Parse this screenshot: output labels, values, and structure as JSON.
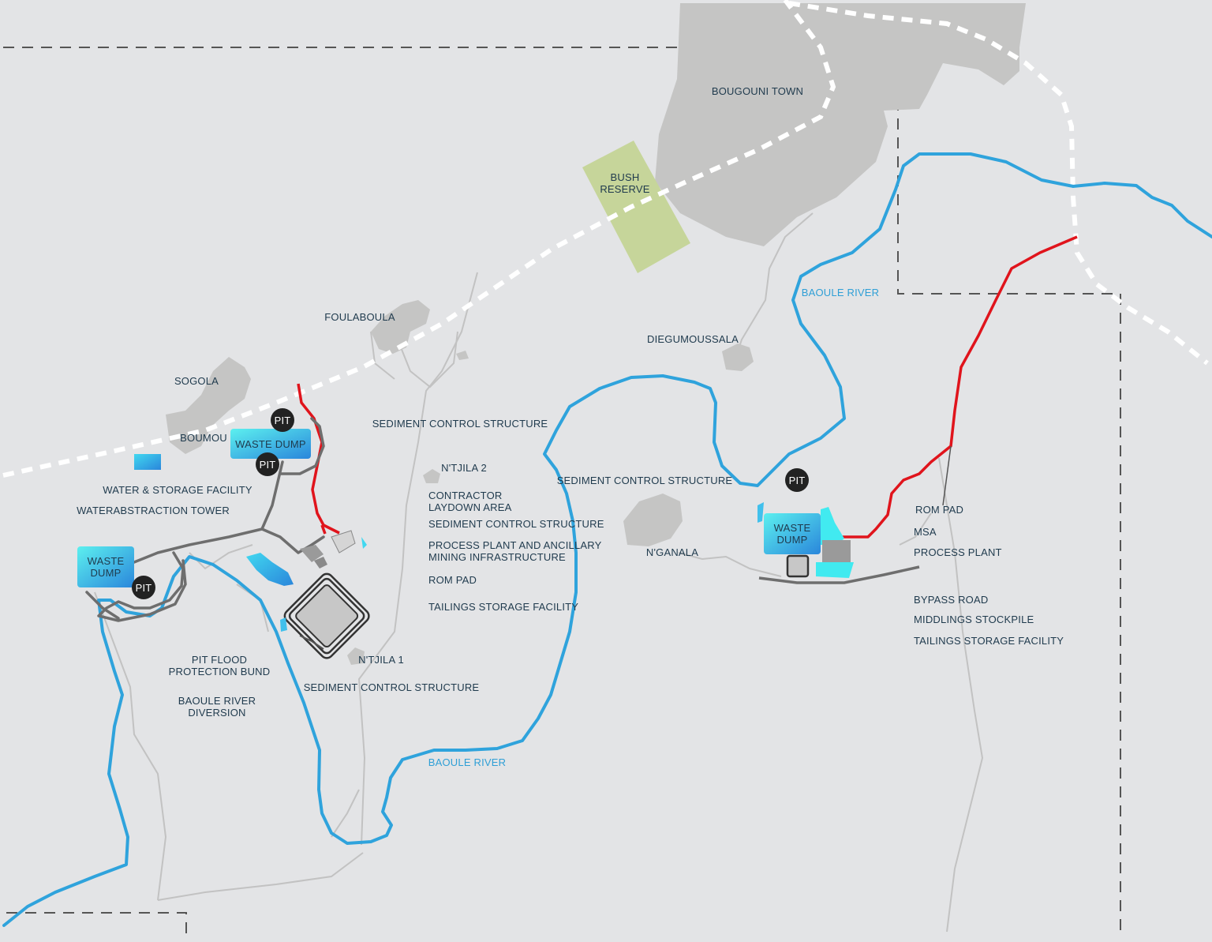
{
  "map": {
    "colors": {
      "background": "#e3e4e6",
      "settlement": "#c5c5c4",
      "river": "#2fa3dc",
      "road": "#6e6e6e",
      "new_road": "#e0141c",
      "railway_dashed": "#ffffff",
      "bush_reserve": "#c6d59a",
      "waste_dump_gradient_start": "#5cf0ef",
      "waste_dump_gradient_end": "#2a86db",
      "pit": "#222222",
      "label": "#1f3a4d"
    },
    "places": {
      "bougouni_town": "BOUGOUNI TOWN",
      "bush_reserve": [
        "BUSH",
        "RESERVE"
      ],
      "foulaboula": "FOULABOULA",
      "diegumoussala": "DIEGUMOUSSALA",
      "sogola": "SOGOLA",
      "boumou": "BOUMOU",
      "ntjila2": "N'TJILA 2",
      "ntjila1": "N'TJILA 1",
      "nganala": "N'GANALA"
    },
    "rivers": {
      "baoule_river_north": "BAOULE RIVER",
      "baoule_river_south": "BAOULE RIVER"
    },
    "tags": {
      "pit": "PIT",
      "waste_dump": "WASTE DUMP",
      "waste_dump_two_line": [
        "WASTE",
        "DUMP"
      ]
    },
    "west_labels": {
      "water_storage": "WATER & STORAGE FACILITY",
      "water_tower": "WATERABSTRACTION TOWER",
      "pit_flood": [
        "PIT FLOOD",
        "PROTECTION BUND"
      ],
      "baoule_diversion": [
        "BAOULE RIVER",
        "DIVERSION"
      ],
      "sediment_top": "SEDIMENT CONTROL STRUCTURE",
      "sediment_bottom": "SEDIMENT CONTROL STRUCTURE",
      "contractor": [
        "CONTRACTOR",
        "LAYDOWN AREA"
      ],
      "sediment_mid": "SEDIMENT CONTROL STRUCTURE",
      "process_plant": [
        "PROCESS PLANT AND ANCILLARY",
        "MINING INFRASTRUCTURE"
      ],
      "rom_pad": "ROM PAD",
      "tailings": "TAILINGS STORAGE FACILITY"
    },
    "east_labels": {
      "sediment": "SEDIMENT CONTROL STRUCTURE",
      "rom_pad": "ROM PAD",
      "msa": "MSA",
      "process_plant": "PROCESS PLANT",
      "bypass_road": "BYPASS ROAD",
      "middlings": "MIDDLINGS STOCKPILE",
      "tailings": "TAILINGS STORAGE FACILITY"
    }
  }
}
